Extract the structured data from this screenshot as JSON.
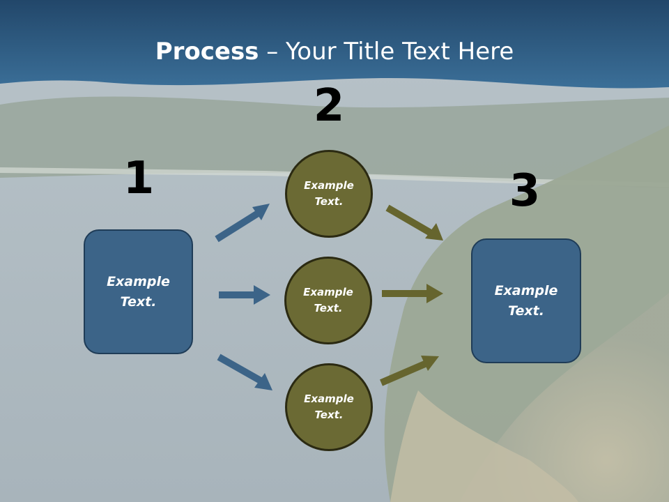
{
  "title": {
    "bold": "Process",
    "rest": " – Your Title Text Here"
  },
  "steps": {
    "one": "1",
    "two": "2",
    "three": "3"
  },
  "left_box": {
    "text": "Example Text."
  },
  "right_box": {
    "text": "Example Text."
  },
  "circles": [
    {
      "text": "Example Text."
    },
    {
      "text": "Example Text."
    },
    {
      "text": "Example Text."
    }
  ],
  "colors": {
    "box_fill": "#3c6488",
    "circle_fill": "#6b6a34",
    "blue_arrow": "#3c6488",
    "olive_arrow": "#66652e",
    "header": "#2f5f86"
  }
}
